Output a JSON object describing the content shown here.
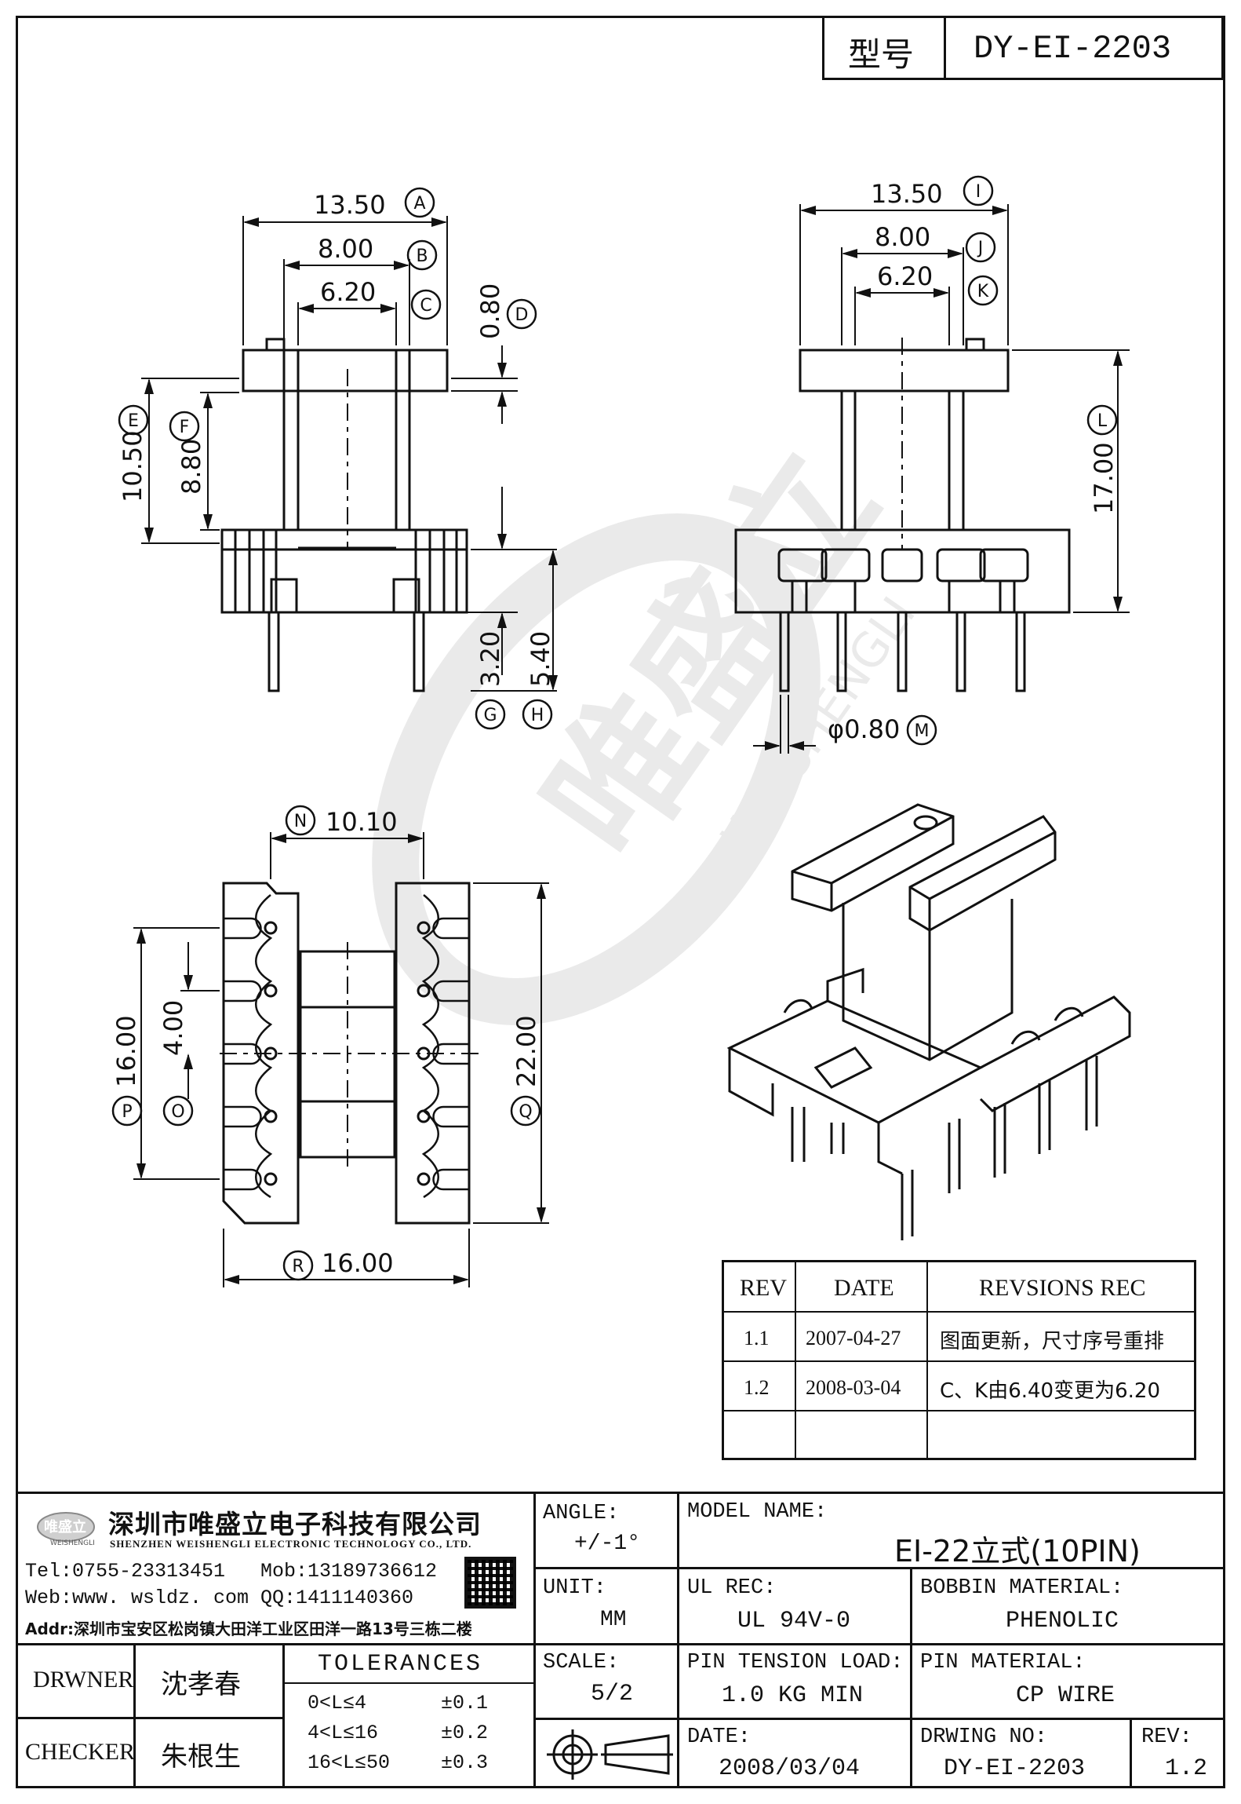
{
  "header": {
    "type_label": "型号",
    "type_value": "DY-EI-2203"
  },
  "dims": {
    "a": "13.50",
    "b": "8.00",
    "c": "6.20",
    "d": "0.80",
    "e": "10.50",
    "f": "8.80",
    "g": "3.20",
    "h": "5.40",
    "i": "13.50",
    "j": "8.00",
    "k": "6.20",
    "l": "17.00",
    "m": "φ0.80",
    "n": "10.10",
    "o": "4.00",
    "p": "16.00",
    "q": "22.00",
    "r": "16.00"
  },
  "callouts": {
    "a": "A",
    "b": "B",
    "c": "C",
    "d": "D",
    "e": "E",
    "f": "F",
    "g": "G",
    "h": "H",
    "i": "I",
    "j": "J",
    "k": "K",
    "l": "L",
    "m": "M",
    "n": "N",
    "o": "O",
    "p": "P",
    "q": "Q",
    "r": "R"
  },
  "watermark": {
    "text": "唯盛立",
    "sub": "WEISHENGLI"
  },
  "revisions": {
    "headers": [
      "REV",
      "DATE",
      "REVSIONS REC"
    ],
    "rows": [
      {
        "rev": "1.1",
        "date": "2007-04-27",
        "rec": "图面更新，尺寸序号重排"
      },
      {
        "rev": "1.2",
        "date": "2008-03-04",
        "rec": "C、K由6.40变更为6.20"
      },
      {
        "rev": "",
        "date": "",
        "rec": ""
      }
    ]
  },
  "company": {
    "logo_text": "唯盛立",
    "logo_sub": "WEISHENGLI",
    "name_cn": "深圳市唯盛立电子科技有限公司",
    "name_en": "SHENZHEN WEISHENGLI ELECTRONIC TECHNOLOGY CO., LTD.",
    "tel": "Tel:0755-23313451",
    "mob": "Mob:13189736612",
    "web": "Web:www. wsldz. com",
    "qq": "QQ:1411140360",
    "addr": "Addr:深圳市宝安区松岗镇大田洋工业区田洋一路13号三栋二楼"
  },
  "title_block": {
    "angle_label": "ANGLE:",
    "angle_value": "+/-1°",
    "model_label": "MODEL NAME:",
    "model_value": "EI-22立式(10PIN)",
    "unit_label": "UNIT:",
    "unit_value": "MM",
    "ul_label": "UL REC:",
    "ul_value": "UL 94V-0",
    "bobbin_label": "BOBBIN MATERIAL:",
    "bobbin_value": "PHENOLIC",
    "scale_label": "SCALE:",
    "scale_value": "5/2",
    "tension_label": "PIN TENSION LOAD:",
    "tension_value": "1.0 KG MIN",
    "pin_label": "PIN MATERIAL:",
    "pin_value": "CP WIRE",
    "date_label": "DATE:",
    "date_value": "2008/03/04",
    "drwing_label": "DRWING NO:",
    "drwing_value": "DY-EI-2203",
    "rev_label": "REV:",
    "rev_value": "1.2",
    "drawer_label": "DRWNER",
    "drawer_name": "沈孝春",
    "checker_label": "CHECKER",
    "checker_name": "朱根生",
    "tolerances_title": "TOLERANCES",
    "tolerances": [
      {
        "range": "0<L≤4",
        "value": "±0.1"
      },
      {
        "range": "4<L≤16",
        "value": "±0.2"
      },
      {
        "range": "16<L≤50",
        "value": "±0.3"
      }
    ]
  }
}
